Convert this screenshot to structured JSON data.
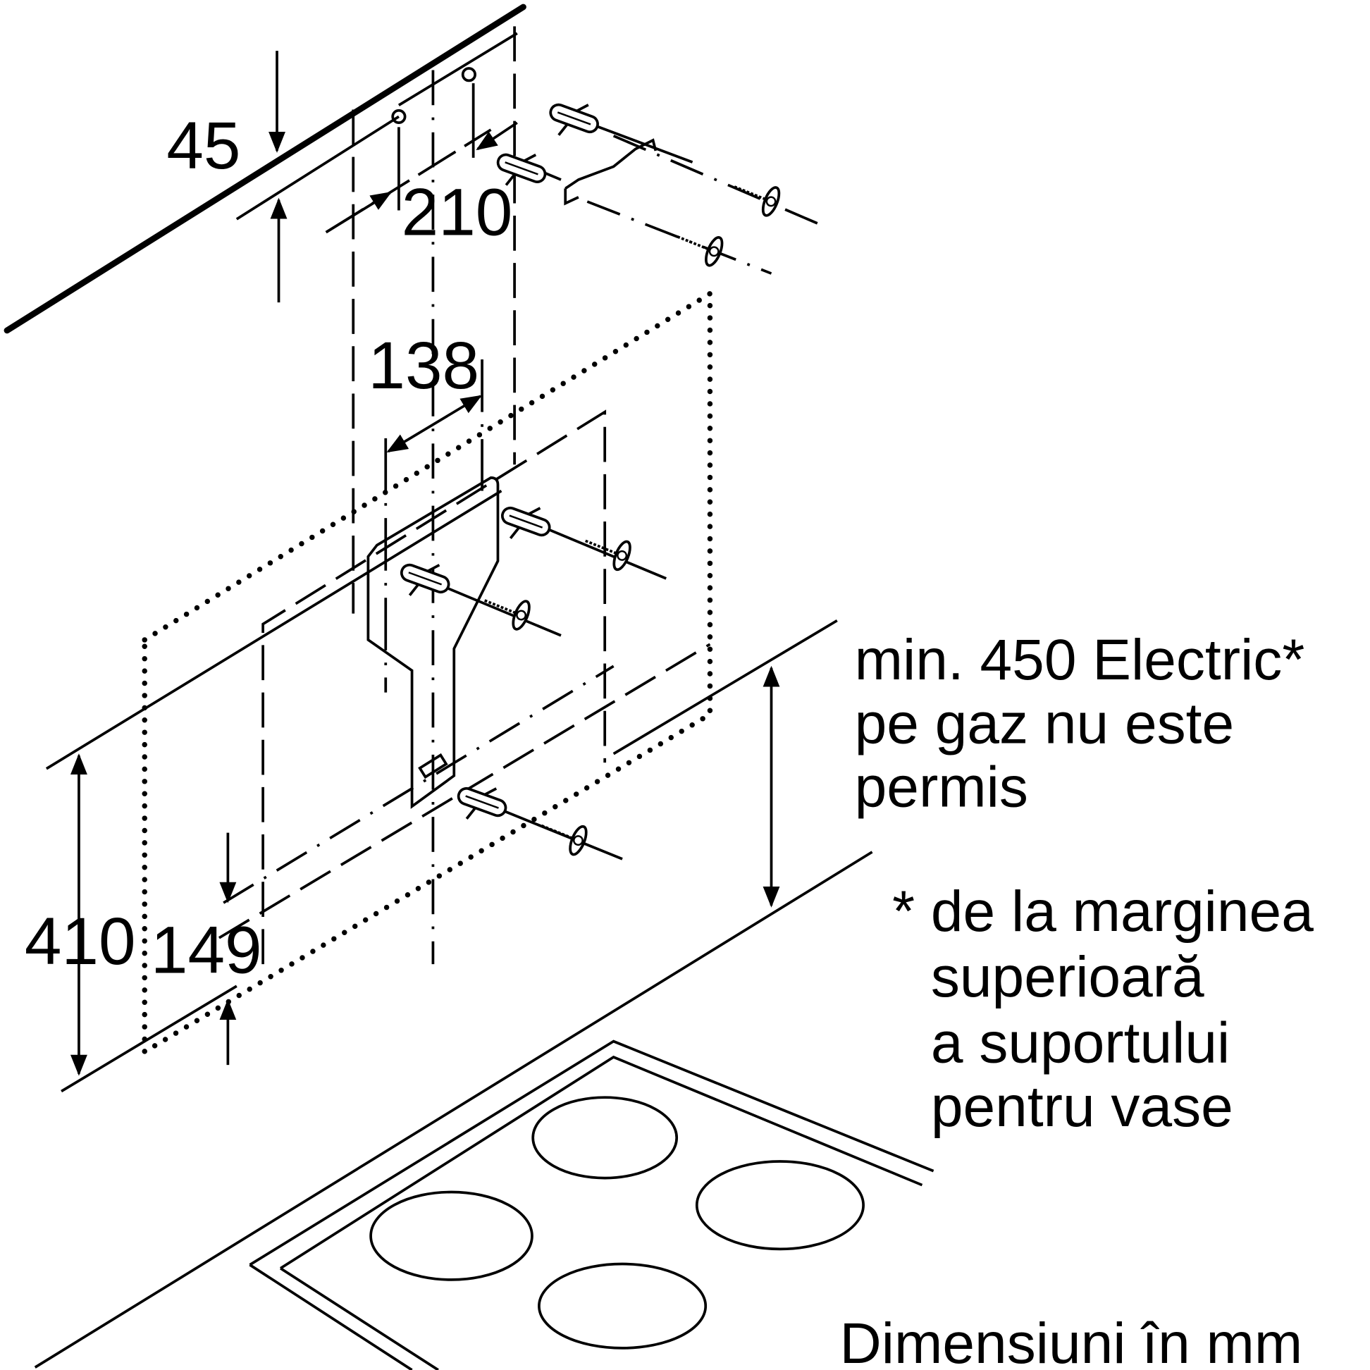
{
  "dimensions": {
    "d45": "45",
    "d210": "210",
    "d138": "138",
    "d410": "410",
    "d149": "149"
  },
  "note_min": {
    "line1": "min. 450 Electric*",
    "line2": "pe gaz nu este",
    "line3": "permis"
  },
  "footnote": {
    "line1": "* de la marginea",
    "line2": "superioară",
    "line3": "a suportului",
    "line4": "pentru vase"
  },
  "units_label": "Dimensiuni în mm",
  "colors": {
    "ink": "#000000",
    "background": "#ffffff"
  }
}
